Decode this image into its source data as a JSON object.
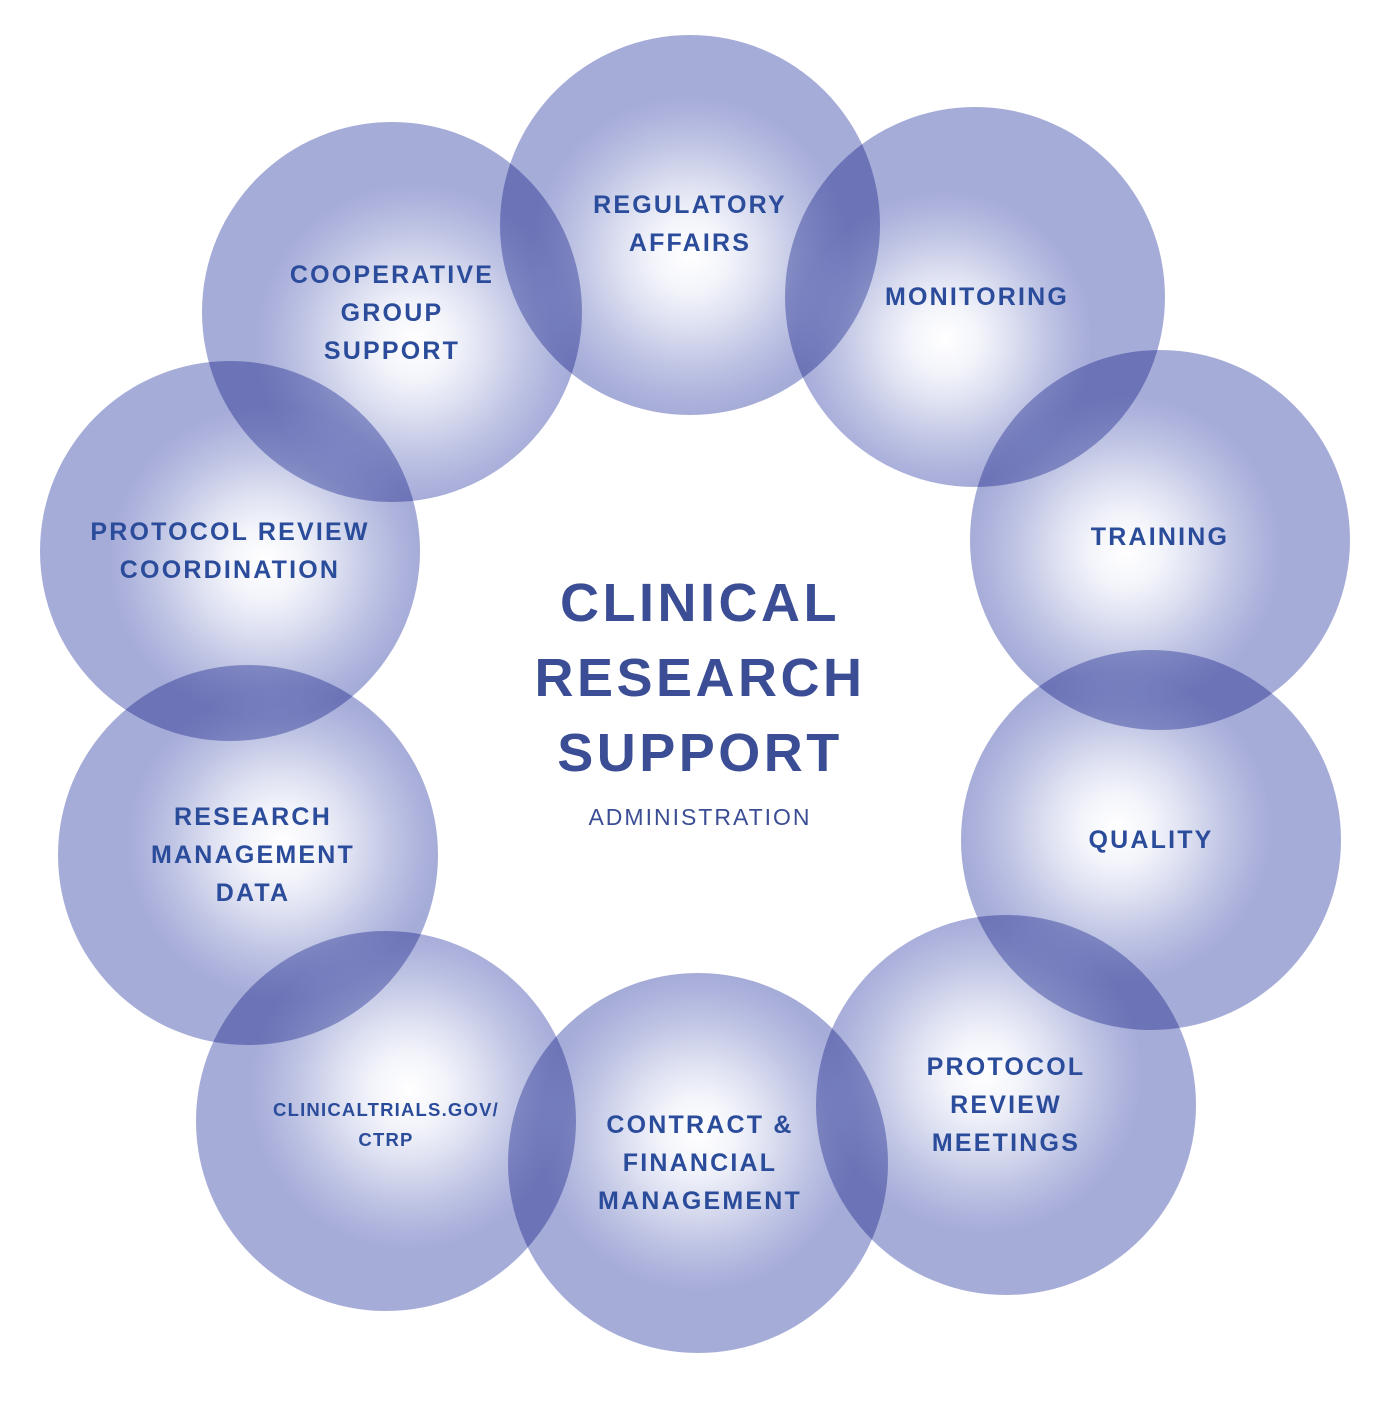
{
  "diagram": {
    "center": {
      "title_lines": [
        "CLINICAL",
        "RESEARCH",
        "SUPPORT"
      ],
      "subtitle": "ADMINISTRATION"
    },
    "colors": {
      "background": "#FFFFFF",
      "title_text": "#3B4D94",
      "label_text": "#2B4C9B",
      "circle_edge": "#A6ACD8",
      "circle_core": "#FFFFFF",
      "overlap_tone": "#8A93C8"
    },
    "circles": [
      {
        "id": "regulatory-affairs",
        "label": "REGULATORY\nAFFAIRS"
      },
      {
        "id": "monitoring",
        "label": "MONITORING"
      },
      {
        "id": "training",
        "label": "TRAINING"
      },
      {
        "id": "quality",
        "label": "QUALITY"
      },
      {
        "id": "protocol-review-meetings",
        "label": "PROTOCOL\nREVIEW\nMEETINGS"
      },
      {
        "id": "contract-financial-management",
        "label": "CONTRACT &\nFINANCIAL\nMANAGEMENT"
      },
      {
        "id": "clinicaltrials-gov-ctrp",
        "label": "CLINICALTRIALS.GOV/\nCTRP"
      },
      {
        "id": "research-management-data",
        "label": "RESEARCH\nMANAGEMENT\nDATA"
      },
      {
        "id": "protocol-review-coordination",
        "label": "PROTOCOL REVIEW\nCOORDINATION"
      },
      {
        "id": "cooperative-group-support",
        "label": "COOPERATIVE\nGROUP\nSUPPORT"
      }
    ]
  }
}
